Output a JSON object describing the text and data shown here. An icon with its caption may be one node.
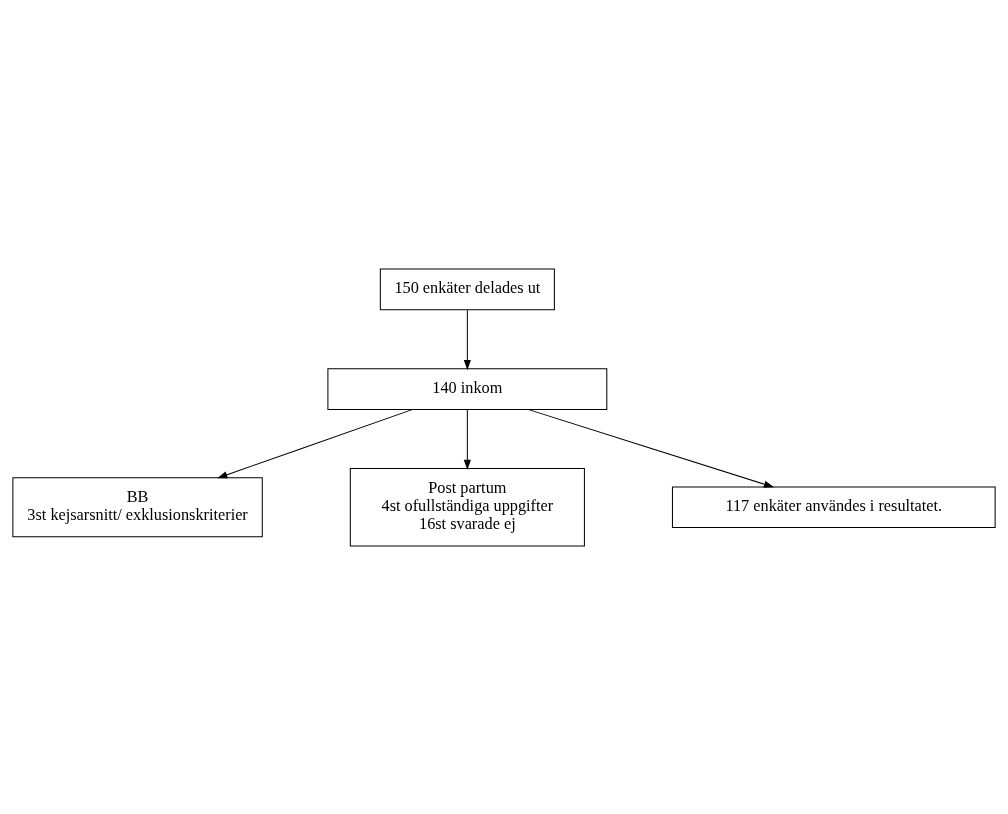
{
  "diagram": {
    "nodes": [
      {
        "text": [
          "150 enkäter delades ut"
        ]
      },
      {
        "text": [
          "140 inkom"
        ]
      },
      {
        "text": [
          "BB",
          "3st kejsarsnitt/ exklusionskriterier"
        ]
      },
      {
        "text": [
          "Post partum",
          "4st ofullständiga uppgifter",
          "16st svarade ej"
        ]
      },
      {
        "text": [
          "117 enkäter användes i resultatet."
        ]
      }
    ],
    "edges": [
      {
        "from": 0,
        "to": 1,
        "arrow": "to"
      },
      {
        "from": 1,
        "to": 2,
        "arrow": "to"
      },
      {
        "from": 1,
        "to": 3,
        "arrow": "to"
      },
      {
        "from": 1,
        "to": 4,
        "arrow": "to"
      }
    ]
  }
}
